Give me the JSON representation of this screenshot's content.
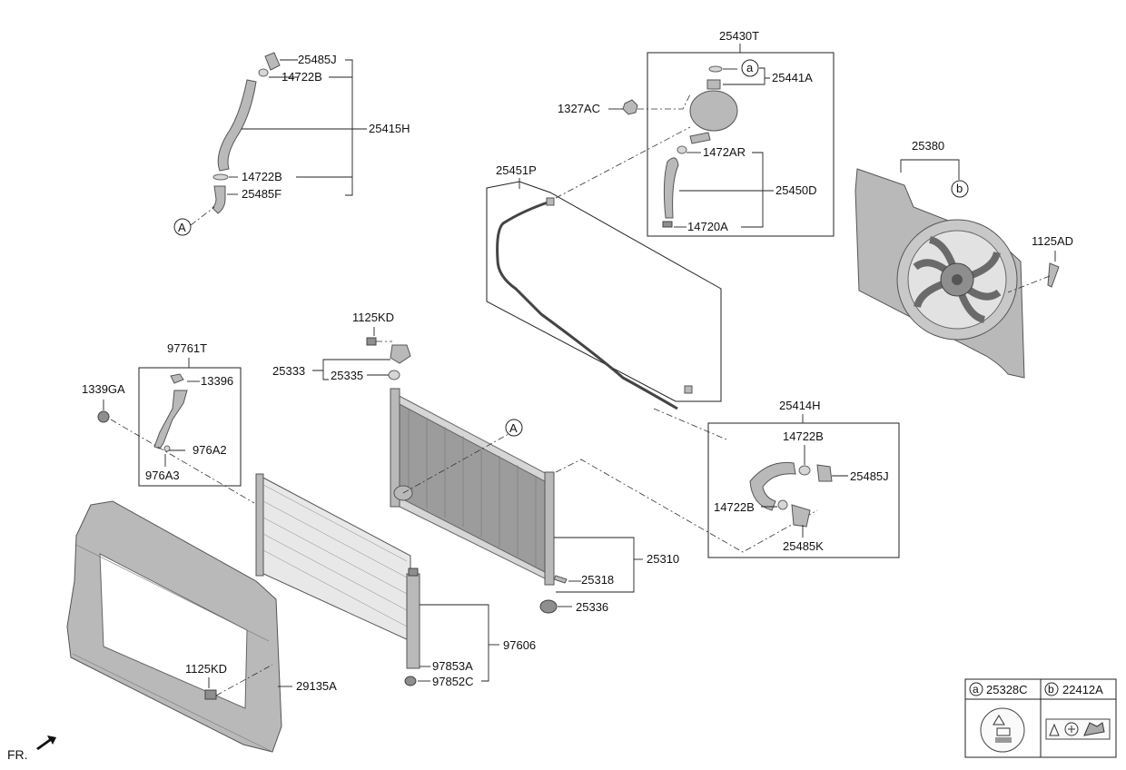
{
  "labels": {
    "p25485J_top": "25485J",
    "p14722B_top": "14722B",
    "p25415H": "25415H",
    "p14722B_mid": "14722B",
    "p25485F": "25485F",
    "p25430T": "25430T",
    "p25441A": "25441A",
    "p1327AC": "1327AC",
    "p1472AR": "1472AR",
    "p25450D": "25450D",
    "p14720A": "14720A",
    "p25451P": "25451P",
    "p25380": "25380",
    "p1125AD": "1125AD",
    "p1125KD_top": "1125KD",
    "p25333": "25333",
    "p25335": "25335",
    "p97761T": "97761T",
    "p13396": "13396",
    "p1339GA": "1339GA",
    "p976A2": "976A2",
    "p976A3": "976A3",
    "p25414H": "25414H",
    "p14722B_r1": "14722B",
    "p25485J_r": "25485J",
    "p14722B_r2": "14722B",
    "p25485K": "25485K",
    "p25310": "25310",
    "p25318": "25318",
    "p25336": "25336",
    "p97606": "97606",
    "p97853A": "97853A",
    "p97852C": "97852C",
    "p1125KD_bot": "1125KD",
    "p29135A": "29135A",
    "fr": "FR."
  },
  "callouts": {
    "a": "a",
    "b": "b",
    "A_upper": "A",
    "A_lower": "A"
  },
  "legend": {
    "a_letter": "a",
    "a_part": "25328C",
    "b_letter": "b",
    "b_part": "22412A"
  }
}
